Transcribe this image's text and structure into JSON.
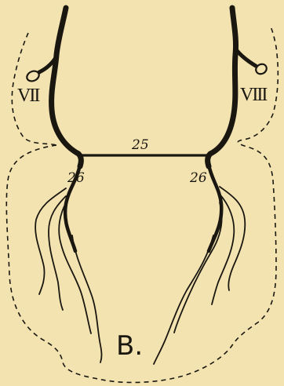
{
  "labels": {
    "bridge_number": "25",
    "left_branch_number": "26",
    "right_branch_number": "26",
    "left_nerve": "VII",
    "right_nerve": "VIII",
    "figure_letter": "B."
  },
  "colors": {
    "background": "#f3e3b1",
    "ink": "#1a1710"
  }
}
